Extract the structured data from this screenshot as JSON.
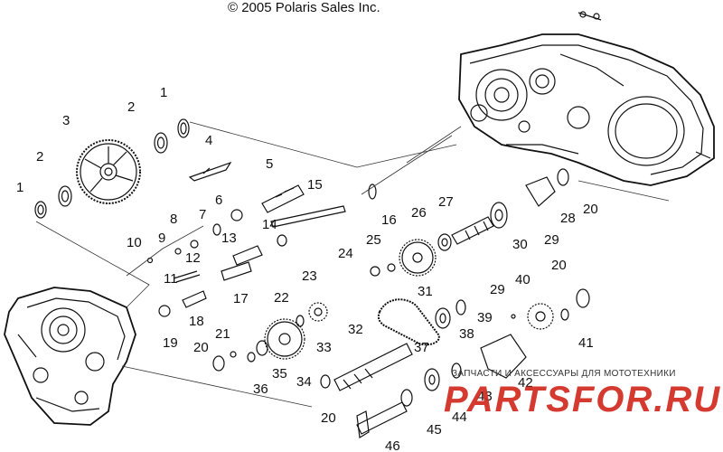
{
  "header": {
    "copyright": "© 2005 Polaris Sales Inc."
  },
  "watermark": {
    "tagline": "ЗАПЧАСТИ И АКСЕССУАРЫ ДЛЯ МОТОТЕХНИКИ",
    "logo_text": "PARTSFOR.RU",
    "logo_color": "#d12a1f"
  },
  "callouts": {
    "c1a": "1",
    "c2a": "2",
    "c3": "3",
    "c2b": "2",
    "c1b": "1",
    "c4": "4",
    "c5": "5",
    "c15": "15",
    "c6": "6",
    "c7": "7",
    "c8": "8",
    "c16": "16",
    "c26": "26",
    "c27": "27",
    "c28": "28",
    "c20a": "20",
    "c29a": "29",
    "c30": "30",
    "c14": "14",
    "c13": "13",
    "c9": "9",
    "c10": "10",
    "c12": "12",
    "c24": "24",
    "c25": "25",
    "c11": "11",
    "c17": "17",
    "c18": "18",
    "c31": "31",
    "c20b": "20",
    "c40": "40",
    "c29b": "29",
    "c23": "23",
    "c22": "22",
    "c39": "39",
    "c19": "19",
    "c32": "32",
    "c33": "33",
    "c38": "38",
    "c21": "21",
    "c20c": "20",
    "c37": "37",
    "c41": "41",
    "c35": "35",
    "c34": "34",
    "c36": "36",
    "c42": "42",
    "c43": "43",
    "c44": "44",
    "c45": "45",
    "c20d": "20",
    "c46": "46"
  }
}
